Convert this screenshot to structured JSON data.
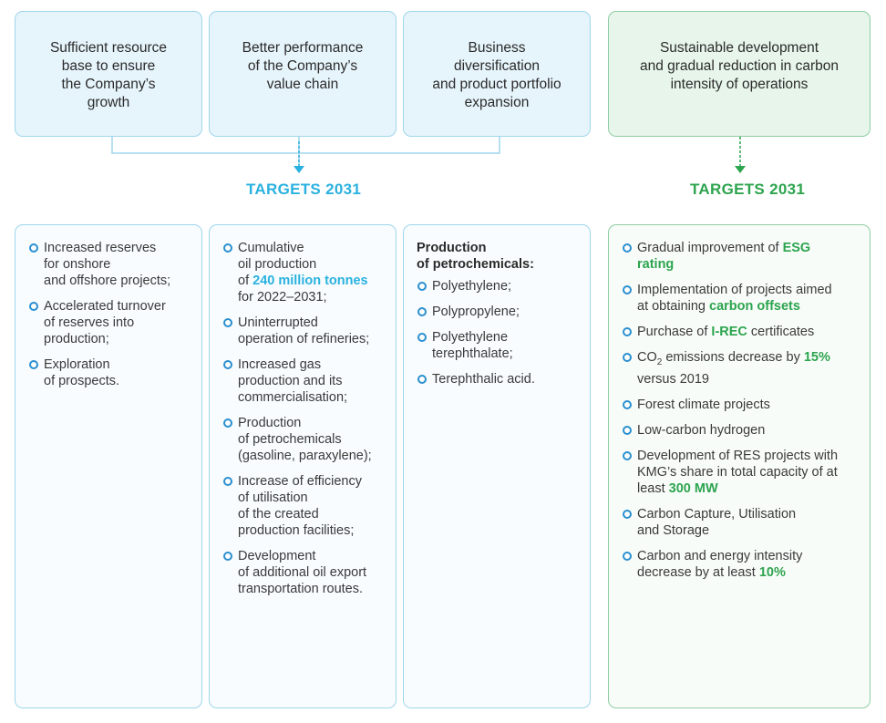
{
  "headers": [
    {
      "text": "Sufficient resource\nbase to ensure\nthe Company’s\ngrowth"
    },
    {
      "text": "Better performance\nof the Company’s\nvalue chain"
    },
    {
      "text": "Business\ndiversification\nand product portfolio\nexpansion"
    },
    {
      "text": "Sustainable development\nand gradual reduction in carbon\nintensity of operations"
    }
  ],
  "targets": {
    "left": "TARGETS 2031",
    "right": "TARGETS 2031"
  },
  "col1": {
    "items": [
      "Increased reserves\nfor onshore\nand offshore projects;",
      "Accelerated turnover\nof reserves into\nproduction;",
      "Exploration\nof prospects."
    ]
  },
  "col2": {
    "item1_pre": "Cumulative\noil production\nof ",
    "item1_hl": "240 million tonnes",
    "item1_post": "\nfor 2022–2031;",
    "items": [
      "Uninterrupted\noperation of refineries;",
      "Increased gas\nproduction and its\ncommercialisation;",
      "Production\nof petrochemicals\n(gasoline, paraxylene);",
      "Increase of efficiency\nof utilisation\nof the created\nproduction facilities;",
      "Development\nof additional oil export\ntransportation routes."
    ]
  },
  "col3": {
    "title": "Production\nof petrochemicals:",
    "items": [
      "Polyethylene;",
      "Polypropylene;",
      "Polyethylene\nterephthalate;",
      "Terephthalic acid."
    ]
  },
  "col4": {
    "i1_pre": "Gradual improvement of ",
    "i1_hl": "ESG\nrating",
    "i2_pre": "Implementation of projects aimed\nat obtaining ",
    "i2_hl": "carbon offsets",
    "i3_pre": "Purchase of ",
    "i3_hl": "I-REC",
    "i3_post": " certificates",
    "i4_pre": "CO",
    "i4_sub": "2",
    "i4_mid": " emissions decrease by ",
    "i4_hl": "15%",
    "i4_post": "\nversus 2019",
    "i5": "Forest climate projects",
    "i6": "Low-carbon hydrogen",
    "i7_pre": "Development of RES projects with\nKMG’s share in total capacity of at\nleast ",
    "i7_hl": "300 MW",
    "i8": "Carbon Capture, Utilisation\nand Storage",
    "i9_pre": "Carbon and energy intensity\ndecrease by at least ",
    "i9_hl": "10%"
  },
  "colors": {
    "blue_accent": "#2ab1df",
    "green_accent": "#2da44e",
    "blue_border": "#9fd6ec",
    "green_border": "#8fcea3"
  }
}
